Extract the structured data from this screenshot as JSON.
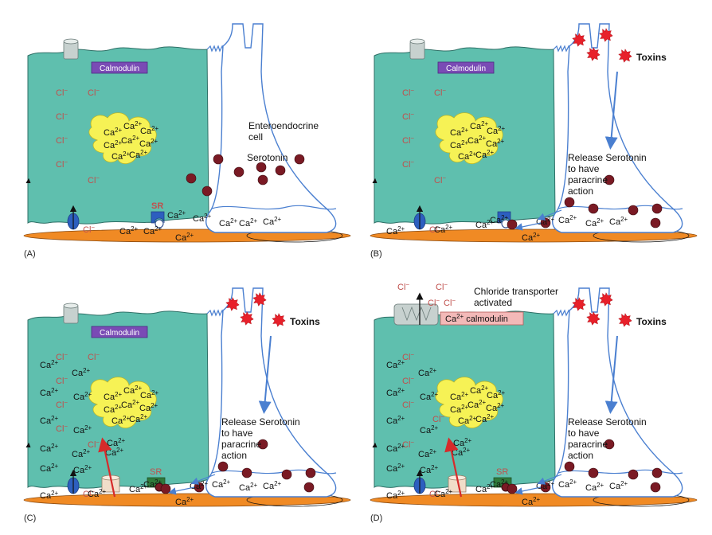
{
  "header_fragment": "",
  "panels": [
    {
      "id": "A",
      "panel_label": "(A)",
      "calmodulin": "Calmodulin",
      "cell_label": "Enteroendocrine\ncell",
      "serotonin": "Serotonin",
      "sr": "SR",
      "cl": "Cl−",
      "ca": "Ca2+"
    },
    {
      "id": "B",
      "panel_label": "(B)",
      "calmodulin": "Calmodulin",
      "toxins": "Toxins",
      "release": "Release Serotonin\nto have\nparacrine\naction",
      "cl": "Cl−",
      "ca": "Ca2+"
    },
    {
      "id": "C",
      "panel_label": "(C)",
      "calmodulin": "Calmodulin",
      "toxins": "Toxins",
      "release": "Release Serotonin\nto have\nparacrine\naction",
      "sr": "SR",
      "cl": "Cl−",
      "ca": "Ca2+"
    },
    {
      "id": "D",
      "panel_label": "(D)",
      "ca_calmodulin": "Ca2+ calmodulin",
      "chloride_transporter": "Chloride transporter\nactivated",
      "toxins": "Toxins",
      "release": "Release Serotonin\nto have\nparacrine\naction",
      "sr": "SR",
      "cl": "Cl−",
      "ca": "Ca2+"
    }
  ],
  "colors": {
    "cell": "#5fbfae",
    "cell_stroke": "#2e6f66",
    "basement": "#f08a24",
    "outline": "#4a7fd0",
    "serotonin": "#7a1a24",
    "toxin": "#e8202a",
    "er": "#f6f255",
    "calmodulin": "#7a4bb5",
    "calmodulin_active": "#f3b9b8",
    "arrow_red": "#d62b2b",
    "arrow_blue": "#4a7fd0",
    "sr_blue": "#2d5fbf",
    "sr_green": "#2f7a3b",
    "cl_text": "#c0504d"
  }
}
